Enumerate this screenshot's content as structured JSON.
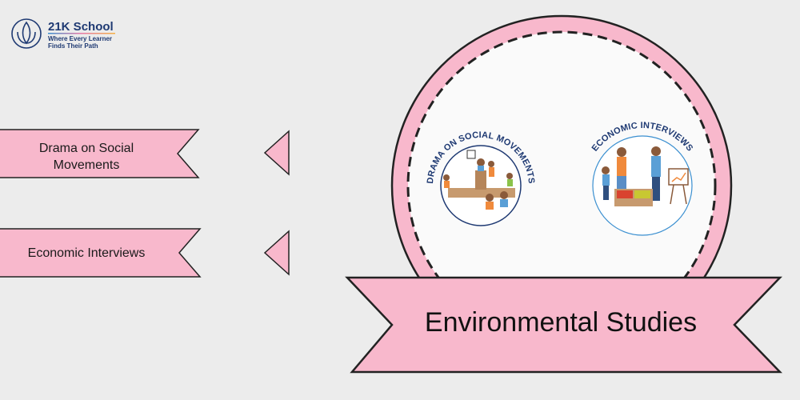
{
  "logo": {
    "name": "21K School",
    "tagline_line1": "Where Every Learner",
    "tagline_line2": "Finds Their Path"
  },
  "left_banners": [
    {
      "line1": "Drama on Social",
      "line2": "Movements"
    },
    {
      "line1": "Economic Interviews"
    }
  ],
  "circle_items": [
    {
      "title": "DRAMA ON SOCIAL MOVEMENTS",
      "icon": "drama-stage-illustration"
    },
    {
      "title": "ECONOMIC INTERVIEWS",
      "icon": "interview-market-illustration"
    }
  ],
  "main_banner": {
    "title": "Environmental Studies"
  },
  "colors": {
    "pink": "#f8b8cc",
    "navy": "#1f3a73",
    "bg": "#ececec",
    "blue_ring": "#3a8fd0"
  }
}
